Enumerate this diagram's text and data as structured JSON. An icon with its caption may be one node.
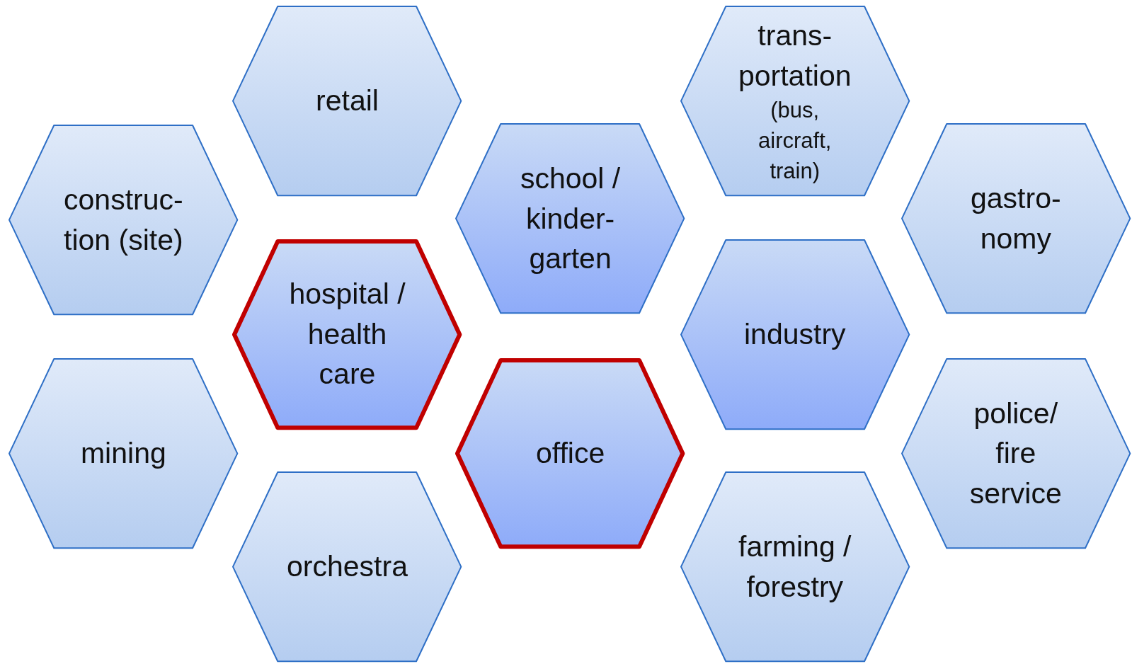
{
  "diagram": {
    "nodes": [
      {
        "text": [
          "retail"
        ]
      },
      {
        "text": [
          "trans- portation",
          "(bus, aircraft, train)"
        ]
      },
      {
        "text": [
          "construc- tion (site)"
        ]
      },
      {
        "text": [
          "school / kinder- garten"
        ]
      },
      {
        "text": [
          "gastro- nomy"
        ]
      },
      {
        "text": [
          "hospital / health care"
        ]
      },
      {
        "text": [
          "industry"
        ]
      },
      {
        "text": [
          "mining"
        ]
      },
      {
        "text": [
          "office"
        ]
      },
      {
        "text": [
          "police/ fire service"
        ]
      },
      {
        "text": [
          "orchestra"
        ]
      },
      {
        "text": [
          "farming / forestry"
        ]
      }
    ]
  }
}
